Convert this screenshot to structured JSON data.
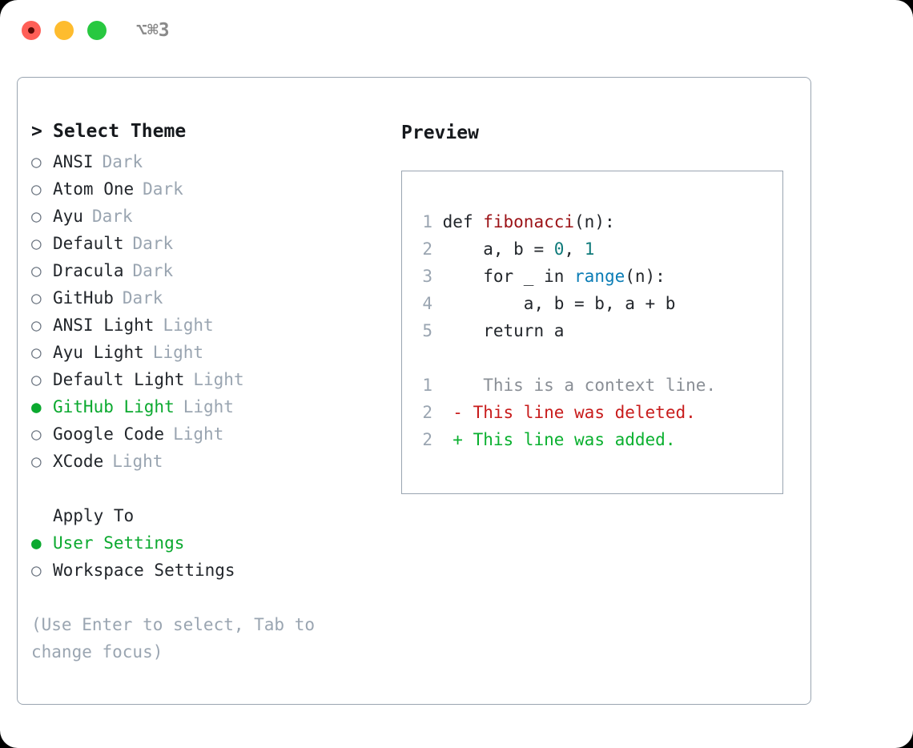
{
  "window": {
    "shortcut": "⌥⌘3",
    "traffic_lights": [
      {
        "name": "close",
        "color": "#ff5f57"
      },
      {
        "name": "minimize",
        "color": "#febc2e"
      },
      {
        "name": "zoom",
        "color": "#28c840"
      }
    ]
  },
  "accent": {
    "selected_green": "#0ba92f",
    "muted": "#9aa5b1",
    "text": "#22262b"
  },
  "theme_picker": {
    "caret": ">",
    "title": "Select Theme",
    "bullet_empty": "○",
    "bullet_filled": "●",
    "items": [
      {
        "name": "ANSI",
        "variant": "Dark",
        "selected": false
      },
      {
        "name": "Atom One",
        "variant": "Dark",
        "selected": false
      },
      {
        "name": "Ayu",
        "variant": "Dark",
        "selected": false
      },
      {
        "name": "Default",
        "variant": "Dark",
        "selected": false
      },
      {
        "name": "Dracula",
        "variant": "Dark",
        "selected": false
      },
      {
        "name": "GitHub",
        "variant": "Dark",
        "selected": false
      },
      {
        "name": "ANSI Light",
        "variant": "Light",
        "selected": false
      },
      {
        "name": "Ayu Light",
        "variant": "Light",
        "selected": false
      },
      {
        "name": "Default Light",
        "variant": "Light",
        "selected": false
      },
      {
        "name": "GitHub Light",
        "variant": "Light",
        "selected": true
      },
      {
        "name": "Google Code",
        "variant": "Light",
        "selected": false
      },
      {
        "name": "XCode",
        "variant": "Light",
        "selected": false
      }
    ]
  },
  "apply_to": {
    "label": "Apply To",
    "options": [
      {
        "name": "User Settings",
        "selected": true
      },
      {
        "name": "Workspace Settings",
        "selected": false
      }
    ]
  },
  "hint": "(Use Enter to select, Tab to change focus)",
  "preview": {
    "title": "Preview",
    "code_lines": [
      {
        "num": "1",
        "tokens": [
          {
            "t": "def ",
            "c": "ctxt"
          },
          {
            "t": "fibonacci",
            "c": "tok-fn"
          },
          {
            "t": "(n):",
            "c": "ctxt"
          }
        ]
      },
      {
        "num": "2",
        "tokens": [
          {
            "t": "    a, b = ",
            "c": "ctxt"
          },
          {
            "t": "0",
            "c": "tok-num"
          },
          {
            "t": ", ",
            "c": "ctxt"
          },
          {
            "t": "1",
            "c": "tok-num"
          }
        ]
      },
      {
        "num": "3",
        "tokens": [
          {
            "t": "    for _ in ",
            "c": "ctxt"
          },
          {
            "t": "range",
            "c": "tok-bif"
          },
          {
            "t": "(n):",
            "c": "ctxt"
          }
        ]
      },
      {
        "num": "4",
        "tokens": [
          {
            "t": "        a, b = b, a + b",
            "c": "ctxt"
          }
        ]
      },
      {
        "num": "5",
        "tokens": [
          {
            "t": "    return a",
            "c": "ctxt"
          }
        ]
      }
    ],
    "diff_lines": [
      {
        "num": "1",
        "marker": " ",
        "text": "  This is a context line.",
        "kind": "tok-ctx"
      },
      {
        "num": "2",
        "marker": "-",
        "text": " This line was deleted.",
        "kind": "tok-del"
      },
      {
        "num": "2",
        "marker": "+",
        "text": " This line was added.",
        "kind": "tok-add"
      }
    ]
  }
}
